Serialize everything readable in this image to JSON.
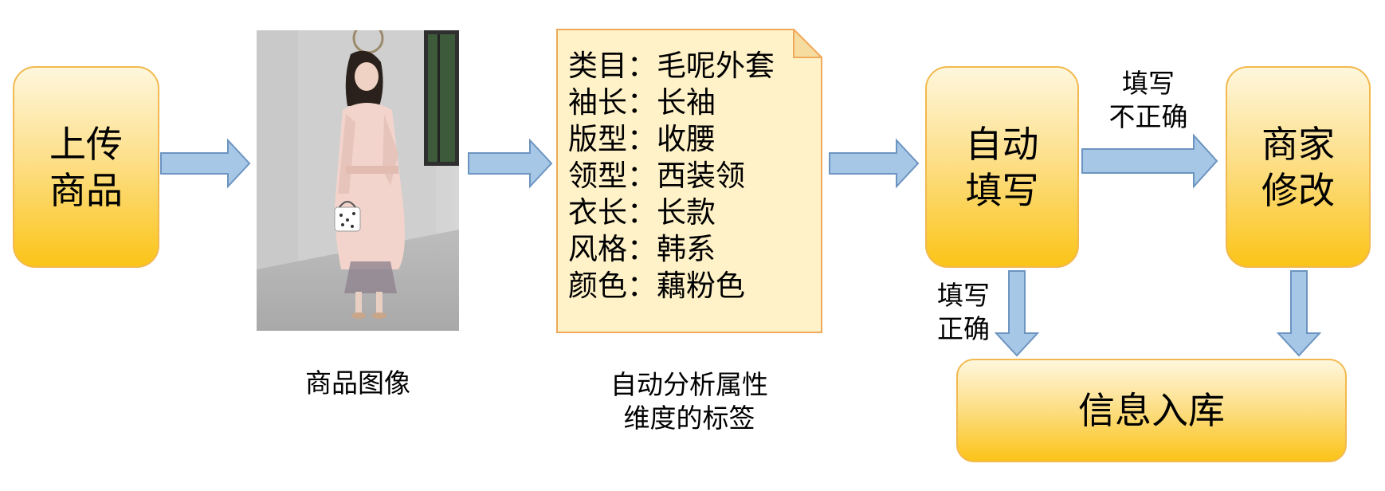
{
  "nodes": {
    "upload": "上传\n商品",
    "autofill": "自动\n填写",
    "merchant": "商家\n修改",
    "storage": "信息入库"
  },
  "captions": {
    "image": "商品图像",
    "tags": "自动分析属性\n维度的标签"
  },
  "edges": {
    "incorrect": "填写\n不正确",
    "correct": "填写\n正确"
  },
  "attributes": [
    {
      "key": "类目",
      "value": "毛呢外套"
    },
    {
      "key": "袖长",
      "value": "长袖"
    },
    {
      "key": "版型",
      "value": "收腰"
    },
    {
      "key": "领型",
      "value": "西装领"
    },
    {
      "key": "衣长",
      "value": "长款"
    },
    {
      "key": "风格",
      "value": "韩系"
    },
    {
      "key": "颜色",
      "value": "藕粉色"
    }
  ],
  "separator": "：",
  "colors": {
    "box_border": "#F2B94E",
    "box_top": "#FEF7DD",
    "box_bottom": "#FBC418",
    "arrow_fill": "#A7C7E7",
    "arrow_stroke": "#6C94C0",
    "note_fill": "#FFF2C8",
    "note_border": "#F0A85A"
  }
}
